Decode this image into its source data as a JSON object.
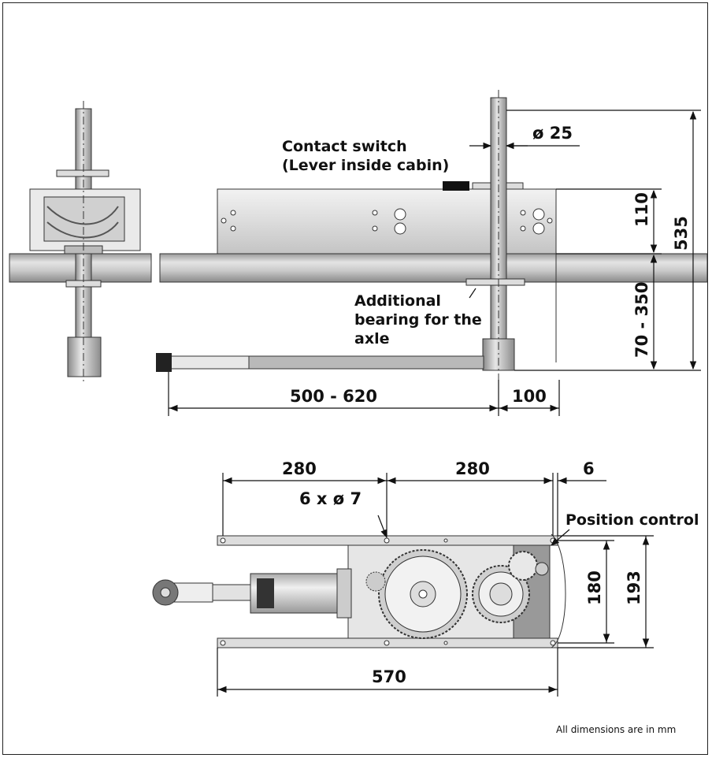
{
  "labels": {
    "contact_switch_line1": "Contact switch",
    "contact_switch_line2": "(Lever inside cabin)",
    "additional_bearing_line1": "Additional",
    "additional_bearing_line2": "bearing for the",
    "additional_bearing_line3": "axle",
    "position_control": "Position control",
    "holes": "6 x ø 7"
  },
  "dimensions": {
    "axle_diameter": "ø 25",
    "box_height": "110",
    "total_height": "535",
    "arm_height": "70 - 350",
    "arm_length": "500 - 620",
    "arm_offset": "100",
    "hole_pitch_left": "280",
    "hole_pitch_right": "280",
    "edge_offset": "6",
    "plate_inner_width": "180",
    "plate_outer_width": "193",
    "plate_length": "570"
  },
  "footnote": "All dimensions are in mm"
}
